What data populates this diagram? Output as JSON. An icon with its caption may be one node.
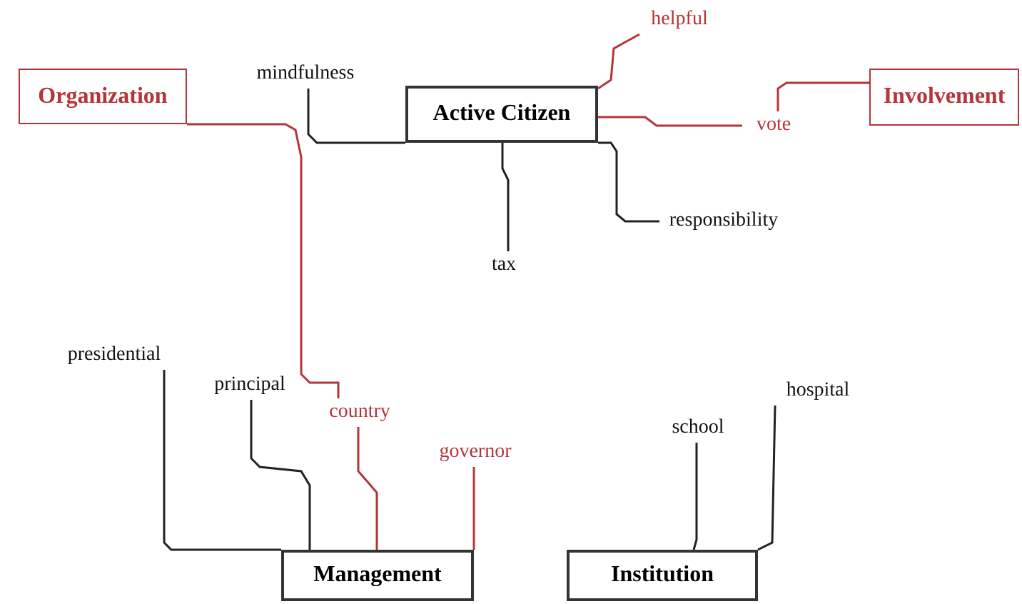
{
  "diagram": {
    "nodes": [
      {
        "text": [
          "Organization"
        ]
      },
      {
        "text": [
          "Involvement"
        ]
      },
      {
        "text": [
          "Active Citizen"
        ]
      },
      {
        "text": [
          "helpful"
        ]
      },
      {
        "text": [
          "vote"
        ]
      },
      {
        "text": [
          "mindfulness"
        ]
      },
      {
        "text": [
          "tax"
        ]
      },
      {
        "text": [
          "responsibility"
        ]
      },
      {
        "text": [
          "Management"
        ]
      },
      {
        "text": [
          "Institution"
        ]
      },
      {
        "text": [
          "presidential"
        ]
      },
      {
        "text": [
          "principal"
        ]
      },
      {
        "text": [
          "country"
        ]
      },
      {
        "text": [
          "governor"
        ]
      },
      {
        "text": [
          "school"
        ]
      },
      {
        "text": [
          "hospital"
        ]
      }
    ],
    "edges": [
      {
        "from": 2,
        "to": 3,
        "arrow": "none",
        "color": "#b5343a"
      },
      {
        "from": 2,
        "to": 4,
        "arrow": "none",
        "color": "#b5343a"
      },
      {
        "from": 4,
        "to": 1,
        "arrow": "none",
        "color": "#b5343a"
      },
      {
        "from": 2,
        "to": 5,
        "arrow": "none"
      },
      {
        "from": 2,
        "to": 6,
        "arrow": "none"
      },
      {
        "from": 2,
        "to": 7,
        "arrow": "none"
      },
      {
        "from": 0,
        "to": 12,
        "arrow": "none",
        "color": "#b5343a"
      },
      {
        "from": 8,
        "to": 10,
        "arrow": "none"
      },
      {
        "from": 8,
        "to": 11,
        "arrow": "none"
      },
      {
        "from": 8,
        "to": 12,
        "arrow": "none",
        "color": "#b5343a"
      },
      {
        "from": 8,
        "to": 13,
        "arrow": "none",
        "color": "#b5343a"
      },
      {
        "from": 9,
        "to": 14,
        "arrow": "none"
      },
      {
        "from": 9,
        "to": 15,
        "arrow": "none"
      }
    ]
  }
}
